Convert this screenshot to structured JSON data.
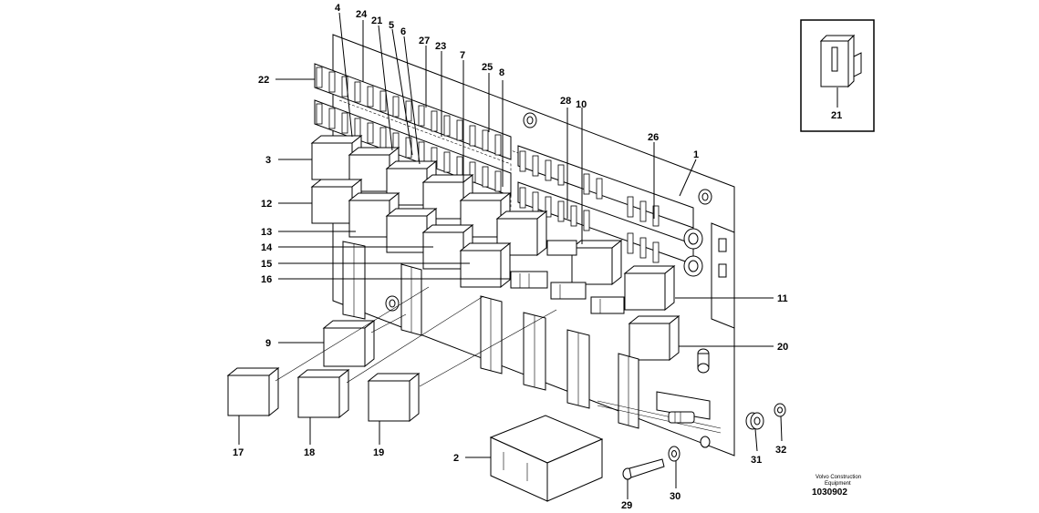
{
  "callouts": {
    "c1": "1",
    "c2": "2",
    "c3": "3",
    "c4": "4",
    "c5": "5",
    "c6": "6",
    "c7": "7",
    "c8": "8",
    "c9": "9",
    "c10": "10",
    "c11": "11",
    "c12": "12",
    "c13": "13",
    "c14": "14",
    "c15": "15",
    "c16": "16",
    "c17": "17",
    "c18": "18",
    "c19": "19",
    "c20": "20",
    "c21": "21",
    "c22": "22",
    "c23": "23",
    "c24": "24",
    "c25": "25",
    "c26": "26",
    "c27": "27",
    "c28": "28",
    "c29": "29",
    "c30": "30",
    "c31": "31",
    "c32": "32",
    "inset21": "21"
  },
  "credit": {
    "line1": "Volvo Construction",
    "line2": "Equipment",
    "doc_number": "1030902"
  }
}
